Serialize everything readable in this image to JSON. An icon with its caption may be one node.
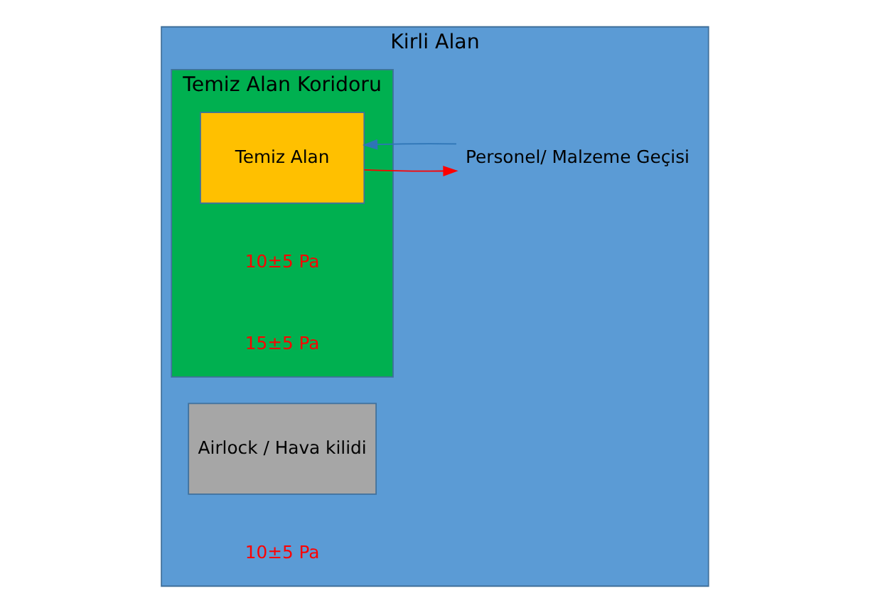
{
  "diagram": {
    "nodes": [
      {
        "text": [
          "Kirli Alan"
        ]
      },
      {
        "text": [
          "Temiz Alan Koridoru"
        ],
        "in": 0
      },
      {
        "text": [
          "Temiz Alan"
        ],
        "in": 1
      },
      {
        "text": [
          "Airlock / Hava kilidi"
        ],
        "in": 0
      },
      {
        "text": [
          "Personel/ Malzeme Geçisi"
        ],
        "in": 0
      }
    ],
    "edges": [
      {
        "from": 2,
        "to": 4,
        "arrow": "to",
        "color": "#ff0000"
      },
      {
        "from": 4,
        "to": 2,
        "arrow": "to",
        "color": "#2e75b6"
      }
    ],
    "labels": [
      "10±5 Pa",
      "10±5 Pa",
      "15±5 Pa"
    ]
  }
}
